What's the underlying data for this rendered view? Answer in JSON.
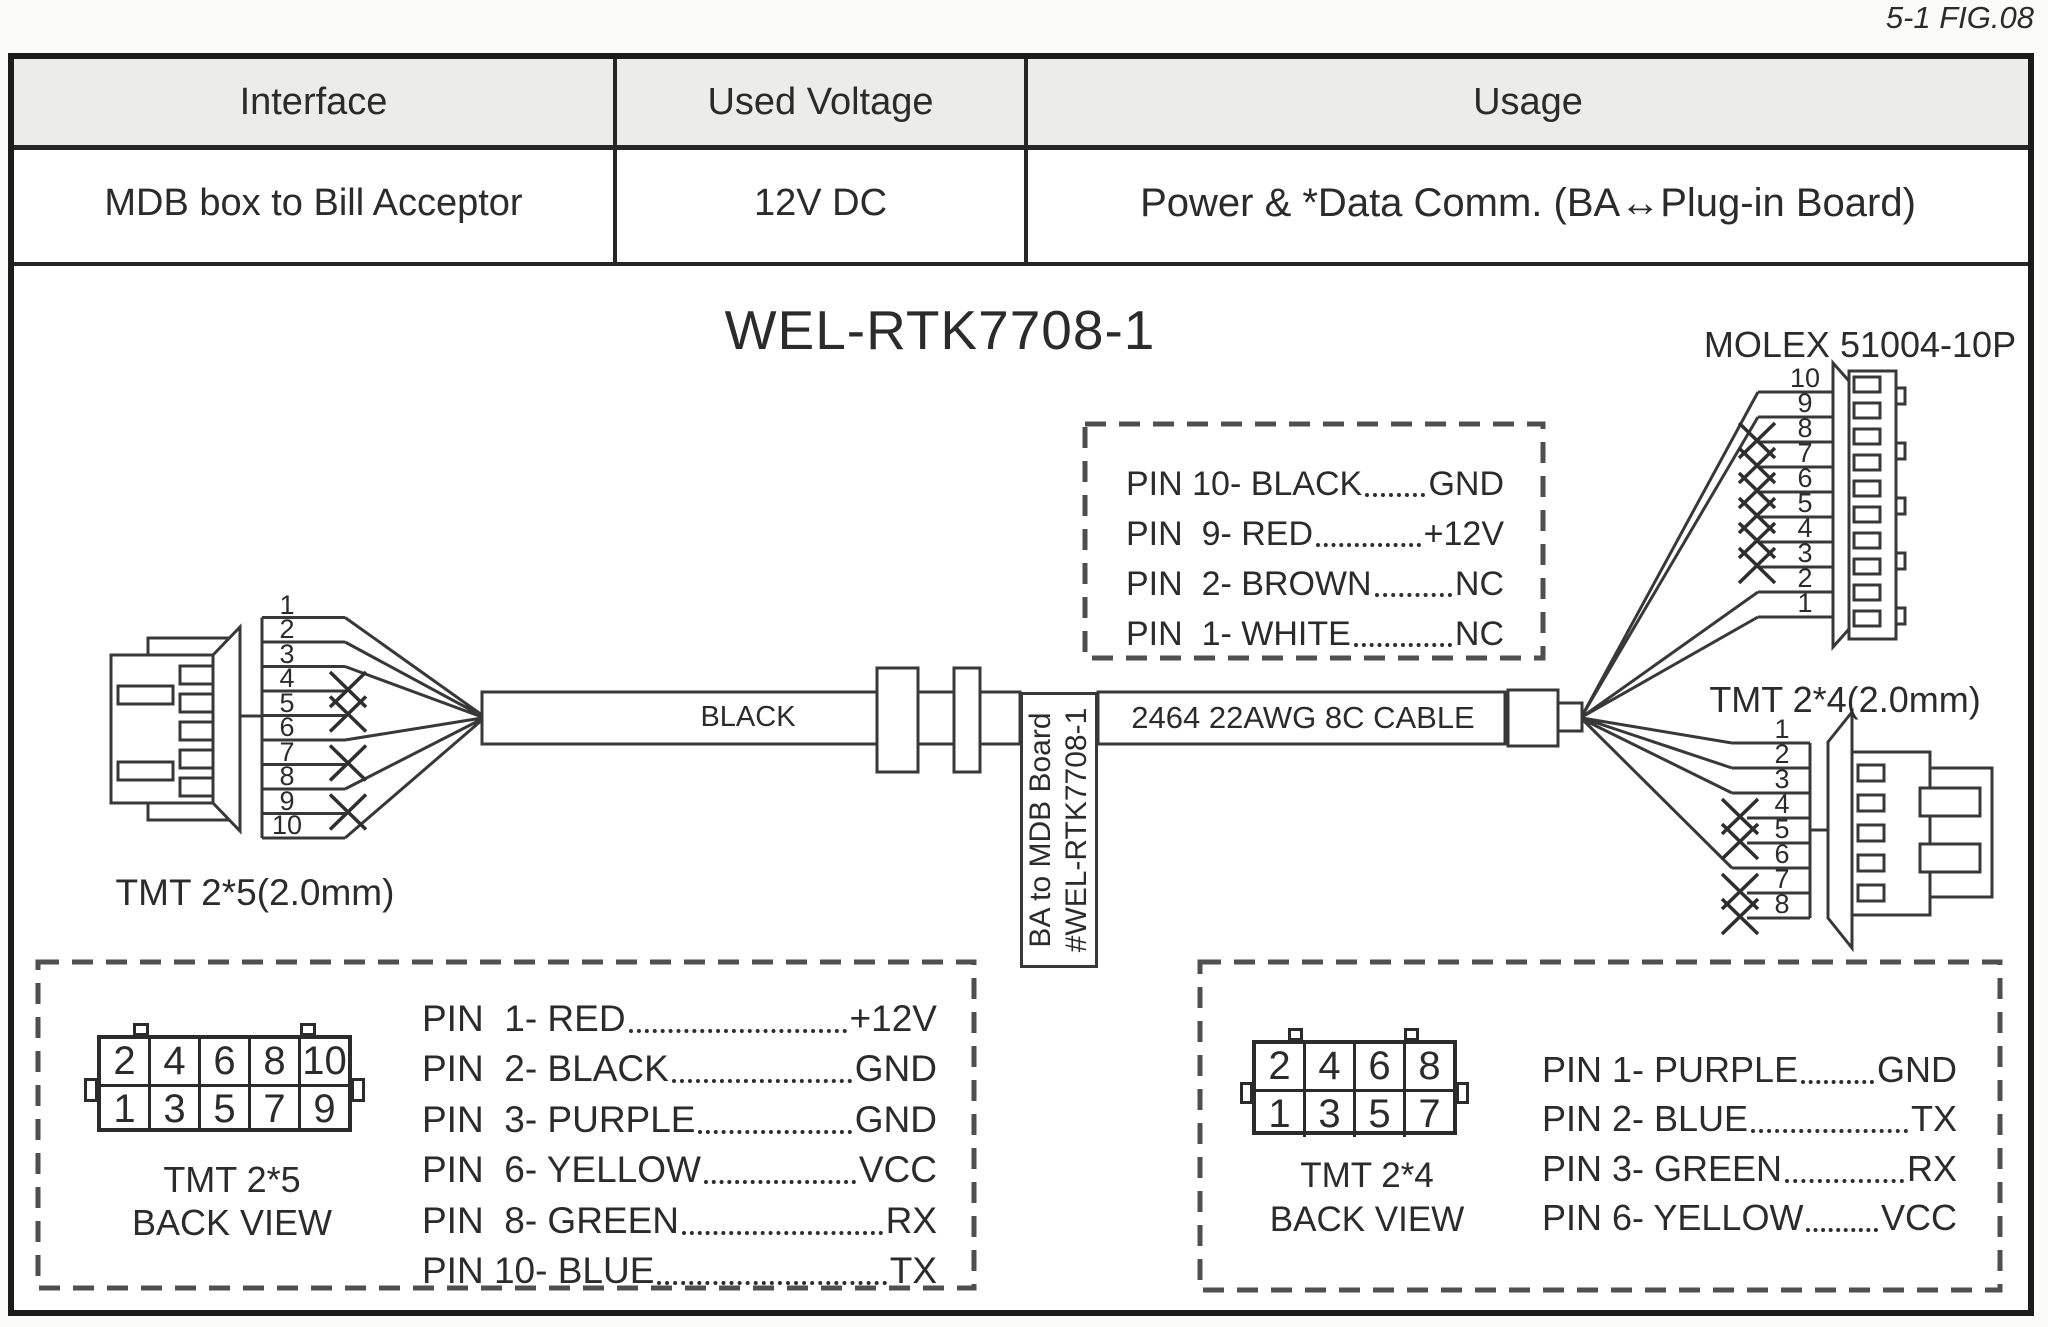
{
  "colors": {
    "ink": "#2b2b2b",
    "line": "#383838",
    "header_bg": "#ececeb",
    "frame": "#1c1c1c",
    "dash": "#4f4f4f"
  },
  "fig_ref": "5-1 FIG.08",
  "table": {
    "headers": [
      "Interface",
      "Used Voltage",
      "Usage"
    ],
    "row": [
      "MDB box to Bill Acceptor",
      "12V DC",
      "Power & *Data Comm. (BA↔Plug-in Board)"
    ]
  },
  "title": "WEL-RTK7708-1",
  "cable": {
    "sleeve_label": "BLACK",
    "spec_label": "2464 22AWG 8C CABLE",
    "tag_line1": "BA to MDB Board",
    "tag_line2": "#WEL-RTK7708-1"
  },
  "molex": {
    "title": "MOLEX 51004-10P",
    "pins": [
      "10",
      "9",
      "8",
      "7",
      "6",
      "5",
      "4",
      "3",
      "2",
      "1"
    ],
    "pinout": [
      {
        "label": "PIN 10- BLACK",
        "signal": "GND"
      },
      {
        "label": "PIN  9- RED",
        "signal": "+12V"
      },
      {
        "label": "PIN  2- BROWN",
        "signal": "NC"
      },
      {
        "label": "PIN  1- WHITE",
        "signal": "NC"
      }
    ]
  },
  "tmt2x5": {
    "title": "TMT 2*5(2.0mm)",
    "pins": [
      "1",
      "2",
      "3",
      "4",
      "5",
      "6",
      "7",
      "8",
      "9",
      "10"
    ]
  },
  "tmt2x4": {
    "title": "TMT 2*4(2.0mm)",
    "pins": [
      "1",
      "2",
      "3",
      "4",
      "5",
      "6",
      "7",
      "8"
    ]
  },
  "back_view_left": {
    "grid_top": [
      "2",
      "4",
      "6",
      "8",
      "10"
    ],
    "grid_bottom": [
      "1",
      "3",
      "5",
      "7",
      "9"
    ],
    "name": "TMT 2*5",
    "view": "BACK VIEW",
    "pinout": [
      {
        "label": "PIN  1- RED",
        "signal": "+12V"
      },
      {
        "label": "PIN  2- BLACK",
        "signal": "GND"
      },
      {
        "label": "PIN  3- PURPLE",
        "signal": "GND"
      },
      {
        "label": "PIN  6- YELLOW",
        "signal": "VCC"
      },
      {
        "label": "PIN  8- GREEN",
        "signal": "RX"
      },
      {
        "label": "PIN 10- BLUE",
        "signal": "TX"
      }
    ]
  },
  "back_view_right": {
    "grid_top": [
      "2",
      "4",
      "6",
      "8"
    ],
    "grid_bottom": [
      "1",
      "3",
      "5",
      "7"
    ],
    "name": "TMT 2*4",
    "view": "BACK VIEW",
    "pinout": [
      {
        "label": "PIN 1- PURPLE",
        "signal": "GND"
      },
      {
        "label": "PIN 2- BLUE",
        "signal": "TX"
      },
      {
        "label": "PIN 3- GREEN",
        "signal": "RX"
      },
      {
        "label": "PIN 6- YELLOW",
        "signal": "VCC"
      }
    ]
  }
}
